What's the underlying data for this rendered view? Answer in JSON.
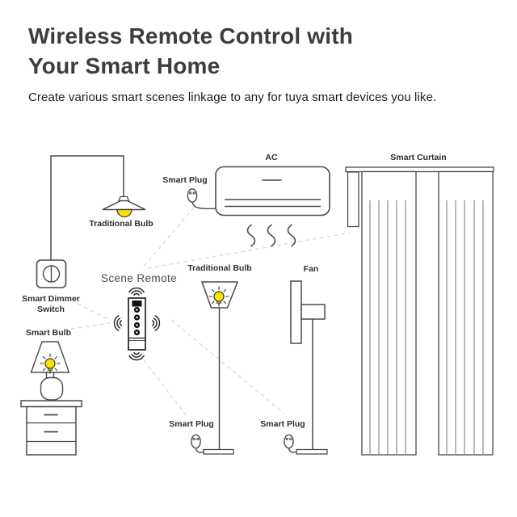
{
  "header": {
    "title_line1": "Wireless Remote Control with",
    "title_line2": "Your Smart Home",
    "subtitle": "Create various smart scenes linkage to any for tuya smart devices you like."
  },
  "diagram": {
    "scene_remote_label": "Scene Remote",
    "devices": {
      "ceiling_lamp_label": "Traditional Bulb",
      "dimmer_switch_label": "Smart Dimmer Switch",
      "smart_bulb_label": "Smart Bulb",
      "ac_label": "AC",
      "ac_plug_label": "Smart Plug",
      "curtain_label": "Smart Curtain",
      "floor_lamp_label": "Traditional Bulb",
      "fan_label": "Fan",
      "floor_lamp_plug_label": "Smart Plug",
      "fan_plug_label": "Smart Plug"
    },
    "connections": [
      {
        "from": "scene_remote",
        "to": "ac_smart_plug"
      },
      {
        "from": "scene_remote",
        "to": "smart_curtain"
      },
      {
        "from": "scene_remote",
        "to": "smart_dimmer_switch"
      },
      {
        "from": "scene_remote",
        "to": "smart_bulb"
      },
      {
        "from": "scene_remote",
        "to": "floor_lamp_smart_plug"
      },
      {
        "from": "scene_remote",
        "to": "fan_smart_plug"
      }
    ],
    "colors": {
      "background": "#ffffff",
      "outline": "#4a4a4a",
      "dashed_link": "#dcdcdc",
      "bulb_yellow": "#f7e400",
      "title_text": "#3d3d3d",
      "label_text": "#2e2e2e",
      "remote_button": "#111111"
    }
  }
}
